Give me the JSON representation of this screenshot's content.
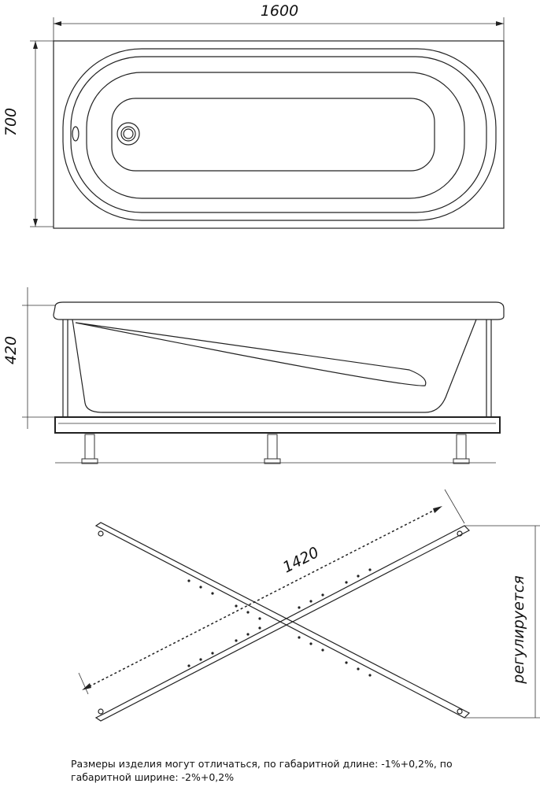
{
  "top_view": {
    "length_label": "1600",
    "width_label": "700"
  },
  "side_view": {
    "height_label": "420"
  },
  "frame_view": {
    "diagonal_label": "1420",
    "adjustable_label": "регулируется"
  },
  "note": "Размеры изделия могут отличаться, по габаритной длине: -1%+0,2%, по габаритной ширине: -2%+0,2%"
}
